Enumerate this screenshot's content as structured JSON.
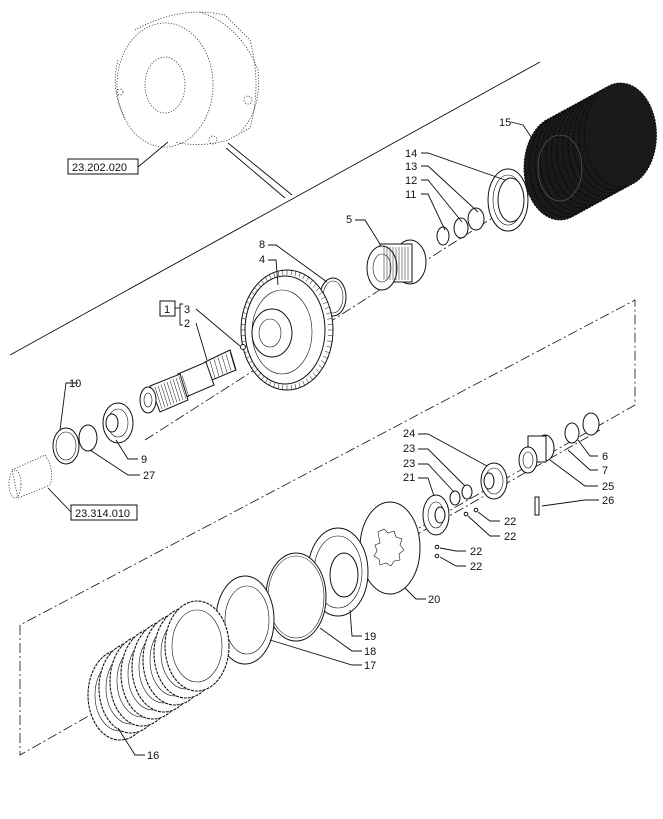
{
  "references": {
    "top": "23.202.020",
    "left": "23.314.010"
  },
  "group_label": "1",
  "callouts": {
    "c1": "1",
    "c2": "2",
    "c3": "3",
    "c4": "4",
    "c5": "5",
    "c6": "6",
    "c7": "7",
    "c8": "8",
    "c9": "9",
    "c10": "10",
    "c11": "11",
    "c12": "12",
    "c13": "13",
    "c14": "14",
    "c15": "15",
    "c16": "16",
    "c17": "17",
    "c18": "18",
    "c19": "19",
    "c20": "20",
    "c21": "21",
    "c22a": "22",
    "c22b": "22",
    "c22c": "22",
    "c22d": "22",
    "c23a": "23",
    "c23b": "23",
    "c24": "24",
    "c25": "25",
    "c26": "26",
    "c27": "27"
  }
}
